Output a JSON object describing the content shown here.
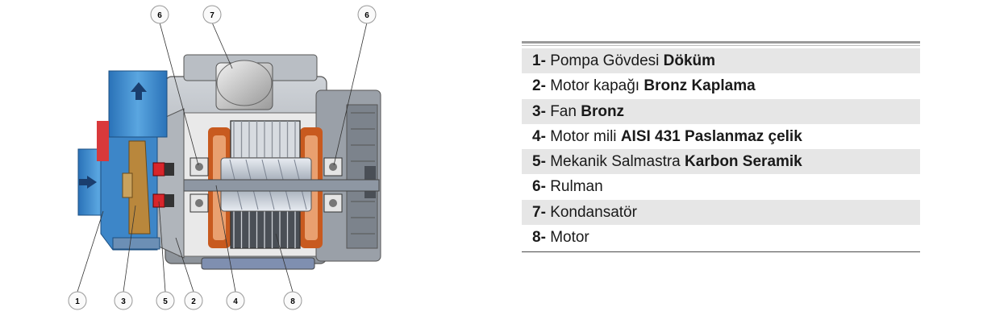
{
  "callouts": [
    {
      "id": "6a",
      "label": "6"
    },
    {
      "id": "7",
      "label": "7"
    },
    {
      "id": "6b",
      "label": "6"
    },
    {
      "id": "1",
      "label": "1"
    },
    {
      "id": "3",
      "label": "3"
    },
    {
      "id": "5",
      "label": "5"
    },
    {
      "id": "2",
      "label": "2"
    },
    {
      "id": "4",
      "label": "4"
    },
    {
      "id": "8",
      "label": "8"
    }
  ],
  "legend": [
    {
      "num": "1-",
      "text": "Pompa Gövdesi ",
      "bold": "Döküm"
    },
    {
      "num": "2-",
      "text": "Motor kapağı ",
      "bold": "Bronz Kaplama"
    },
    {
      "num": "3-",
      "text": "Fan ",
      "bold": "Bronz"
    },
    {
      "num": "4-",
      "text": "Motor mili ",
      "bold": "AISI 431 Paslanmaz çelik"
    },
    {
      "num": "5-",
      "text": "Mekanik Salmastra ",
      "bold": "Karbon Seramik"
    },
    {
      "num": "6-",
      "text": "Rulman",
      "bold": ""
    },
    {
      "num": "7-",
      "text": "Kondansatör",
      "bold": ""
    },
    {
      "num": "8-",
      "text": "Motor",
      "bold": ""
    }
  ]
}
